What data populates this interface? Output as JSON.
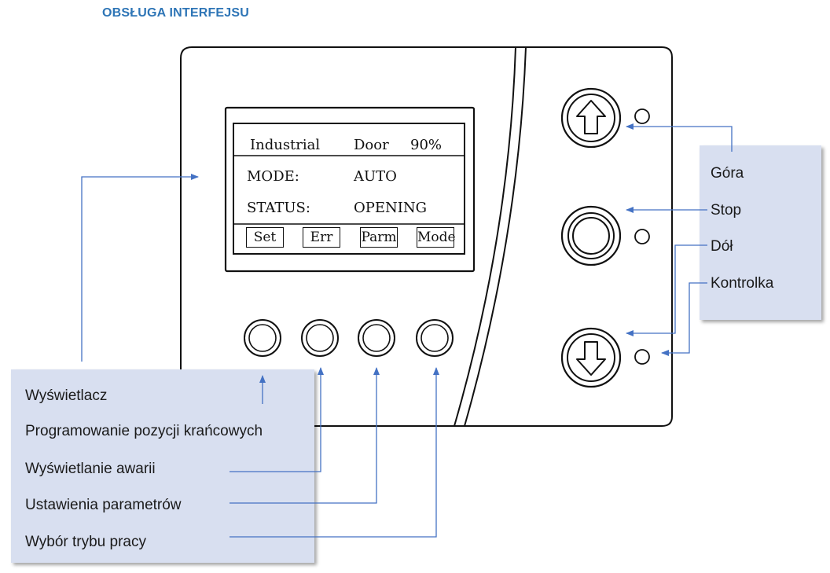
{
  "section_title": "OBSŁUGA INTERFEJSU",
  "lcd": {
    "title_words": [
      "Industrial",
      "Door",
      "90%"
    ],
    "mode_label": "MODE:",
    "mode_value": "AUTO",
    "status_label": "STATUS:",
    "status_value": "OPENING",
    "softkeys": [
      "Set",
      "Err",
      "Parm",
      "Mode"
    ]
  },
  "left_labels": {
    "display": "Wyświetlacz",
    "limit_programming": "Programowanie pozycji krańcowych",
    "fault_display": "Wyświetlanie awarii",
    "parameter_settings": "Ustawienia parametrów",
    "mode_selection": "Wybór trybu pracy"
  },
  "right_labels": {
    "up": "Góra",
    "stop": "Stop",
    "down": "Dół",
    "indicator": "Kontrolka"
  },
  "colors": {
    "title_blue": "#2e75b6",
    "callout_fill": "#d8dff0",
    "leader_line": "#4472c4",
    "outline": "#111111"
  },
  "icons": [
    "arrow-up-icon",
    "arrow-down-icon",
    "stop-icon"
  ]
}
